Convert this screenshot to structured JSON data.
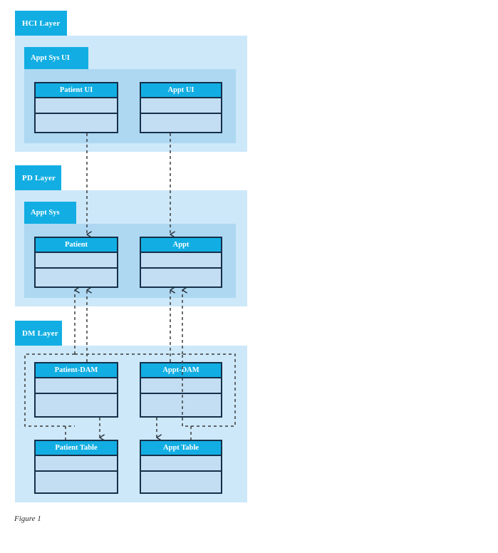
{
  "figure": {
    "caption": "Figure 1"
  },
  "colors": {
    "accent_cyan": "#12AEE3",
    "layer_band": "#CDE8F9",
    "subsystem_band": "#AED8F2",
    "class_fill": "#C3DEF3",
    "border_navy": "#16304A",
    "connector_dash": "#3A3A3A",
    "page_background": "#FFFFFF"
  },
  "layers": [
    {
      "id": "hci",
      "tab_label": "HCI Layer",
      "subsystem": {
        "tab_label": "Appt Sys UI",
        "classes": [
          {
            "name": "Patient UI",
            "attributes": "",
            "operations": ""
          },
          {
            "name": "Appt UI",
            "attributes": "",
            "operations": ""
          }
        ]
      }
    },
    {
      "id": "pd",
      "tab_label": "PD Layer",
      "subsystem": {
        "tab_label": "Appt Sys",
        "classes": [
          {
            "name": "Patient",
            "attributes": "",
            "operations": ""
          },
          {
            "name": "Appt",
            "attributes": "",
            "operations": ""
          }
        ]
      }
    },
    {
      "id": "dm",
      "tab_label": "DM Layer",
      "subsystem": {
        "tab_label": "",
        "classes": [
          {
            "name": "Patient-DAM",
            "attributes": "",
            "operations": ""
          },
          {
            "name": "Appt-DAM",
            "attributes": "",
            "operations": ""
          },
          {
            "name": "Patient Table",
            "attributes": "",
            "operations": ""
          },
          {
            "name": "Appt Table",
            "attributes": "",
            "operations": ""
          }
        ]
      }
    }
  ],
  "connectors": {
    "style": "dashed-dependency-arrow",
    "description": "Dashed dependency arrows link UI classes down to PD classes, DAM classes up to PD classes, and DAM classes down to Table classes."
  }
}
